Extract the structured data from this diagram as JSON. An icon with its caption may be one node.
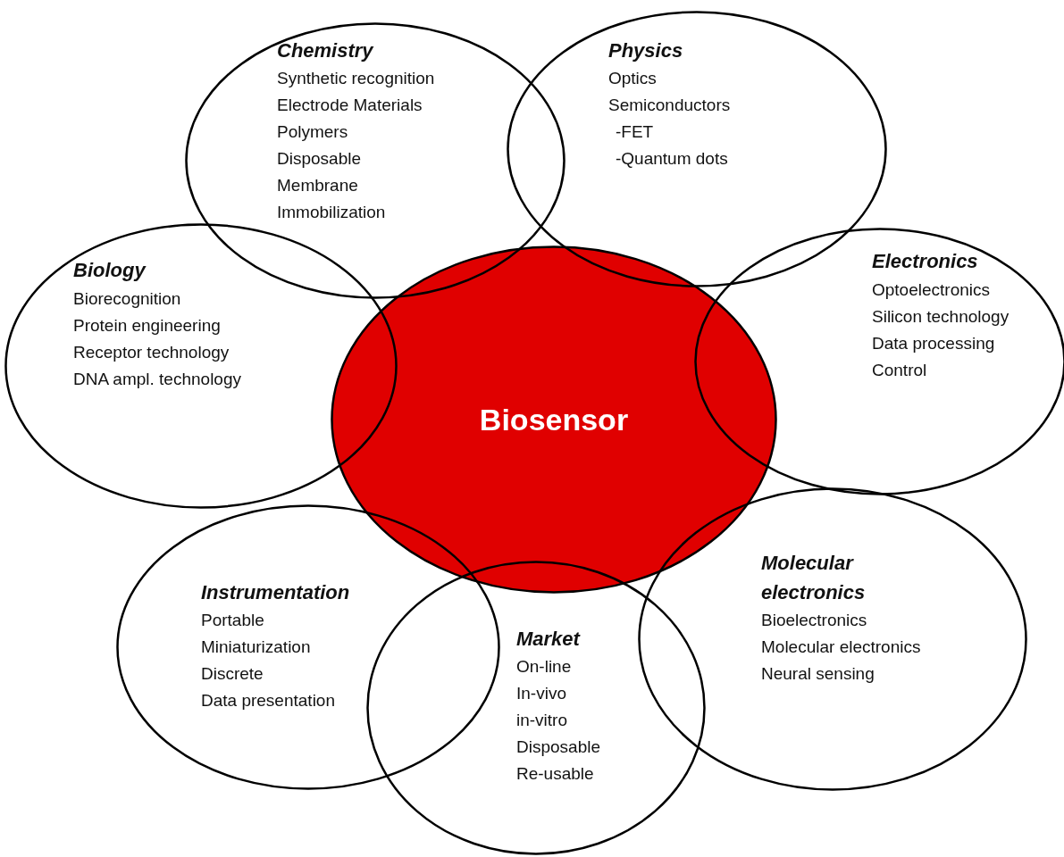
{
  "diagram": {
    "nodes": [
      {
        "text": [
          "Chemistry",
          "Synthetic recognition",
          "Electrode Materials",
          "Polymers",
          "Disposable",
          "Membrane",
          "Immobilization"
        ]
      },
      {
        "text": [
          "Physics",
          "Optics",
          "Semiconductors",
          "-FET",
          "-Quantum dots"
        ]
      },
      {
        "text": [
          "Biology",
          "Biorecognition",
          "Protein engineering",
          "Receptor technology",
          "DNA ampl. technology"
        ]
      },
      {
        "text": [
          "Electronics",
          "Optoelectronics",
          "Silicon technology",
          "Data processing",
          "Control"
        ]
      },
      {
        "text": [
          "Biosensor"
        ]
      },
      {
        "text": [
          "Instrumentation",
          "Portable",
          "Miniaturization",
          "Discrete",
          "Data presentation"
        ]
      },
      {
        "text": [
          "Market",
          "On-line",
          "In-vivo",
          "in-vitro",
          "Disposable",
          "Re-usable"
        ]
      },
      {
        "text": [
          "Molecular electronics",
          "Bioelectronics",
          "Molecular electronics",
          "Neural sensing"
        ]
      }
    ]
  }
}
